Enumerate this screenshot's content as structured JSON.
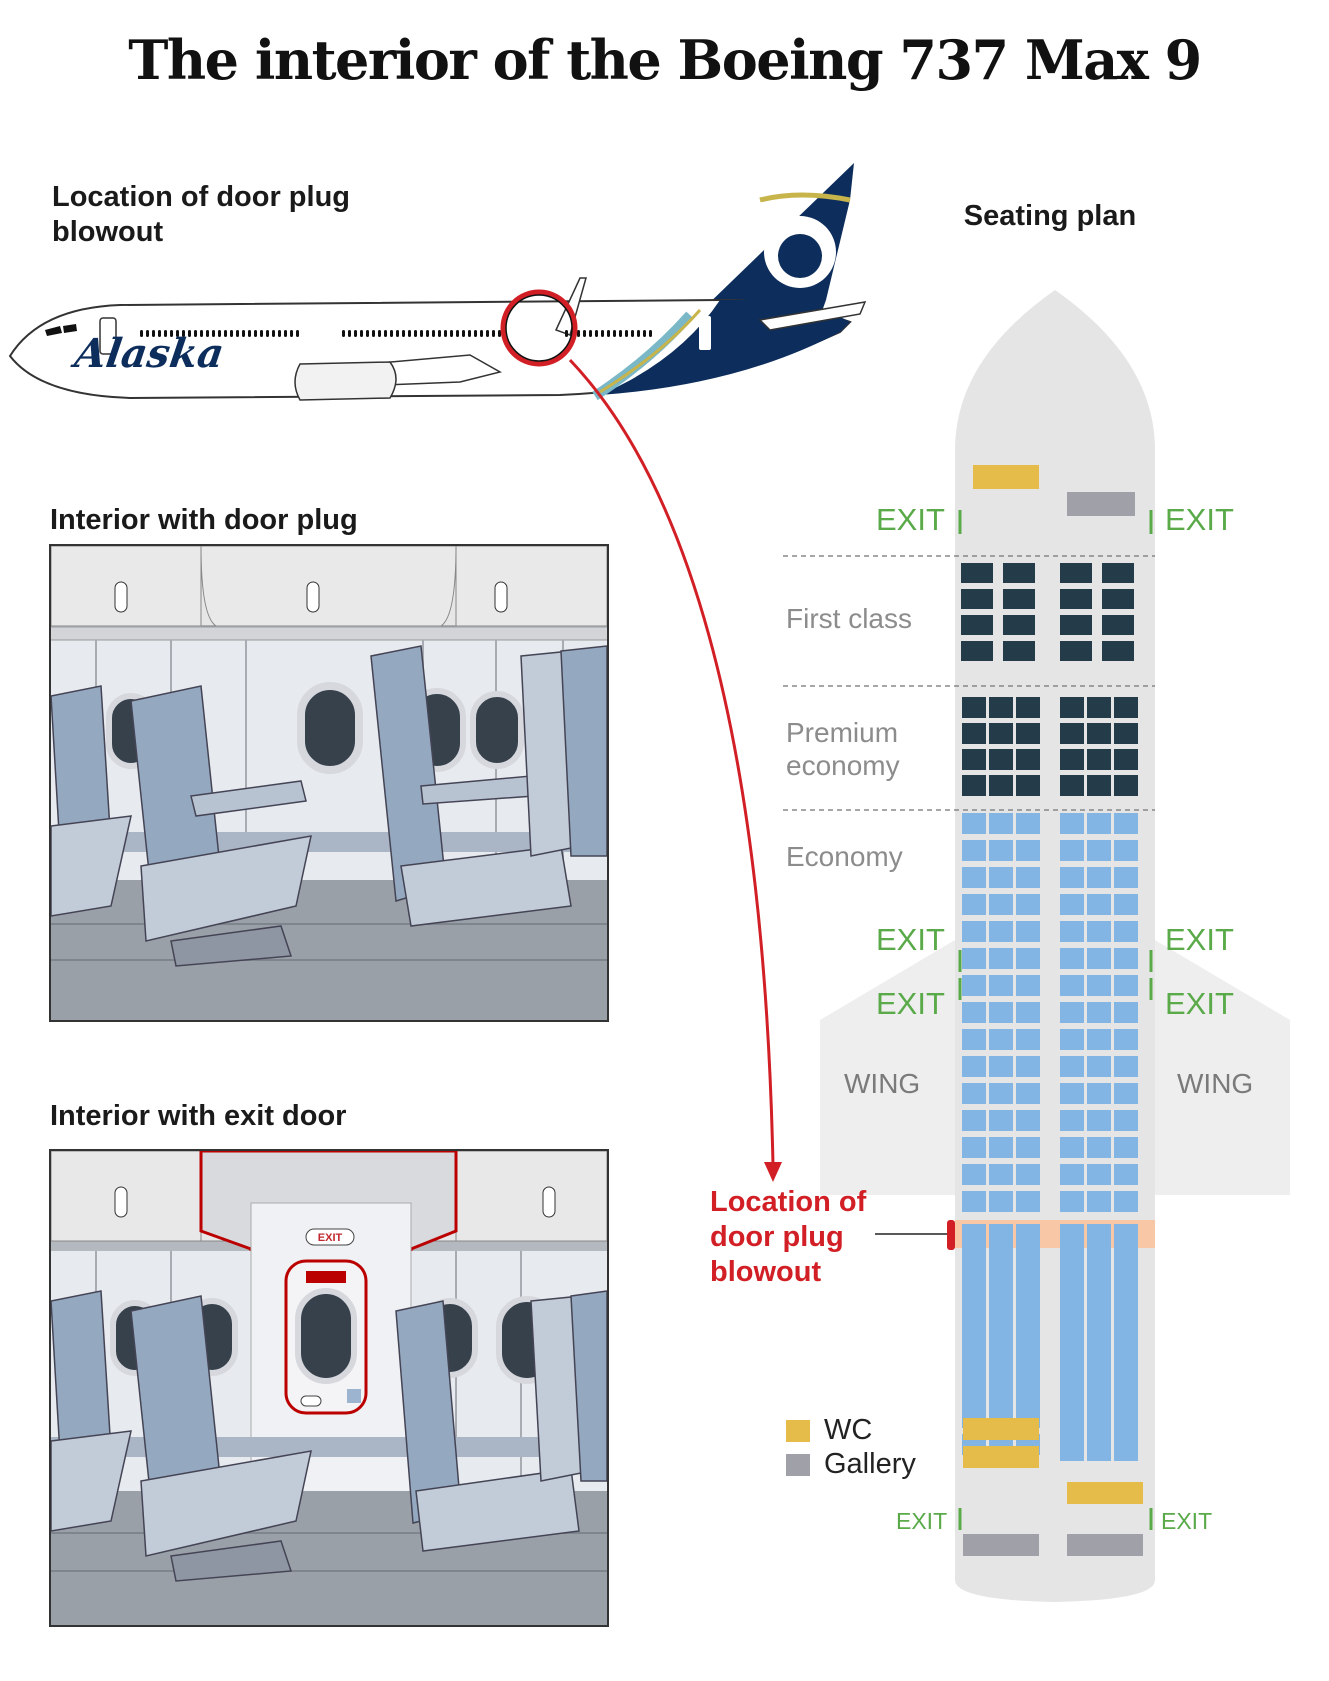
{
  "title": "The interior of the Boeing 737 Max 9",
  "labels": {
    "location_of_door_plug_blowout": "Location of door plug blowout",
    "interior_with_door_plug": "Interior with door plug",
    "interior_with_exit_door": "Interior with exit door",
    "seating_plan": "Seating plan",
    "blowout_marker": "Location of door plug blowout"
  },
  "airplane": {
    "airline_logo": "Alaska"
  },
  "cabin": {
    "exit_sign": "EXIT"
  },
  "seating_plan": {
    "classes": [
      "First class",
      "Premium economy",
      "Economy"
    ],
    "exit_label": "EXIT",
    "wing_label": "WING",
    "legend": [
      {
        "label": "WC",
        "color": "#e5bb4a"
      },
      {
        "label": "Gallery",
        "color": "#a0a0a8"
      }
    ]
  },
  "colors": {
    "first_class_seat": "#243b4a",
    "economy_seat": "#82b4e4",
    "highlight_row": "#f7c7a6",
    "exit_green": "#5aaa4a",
    "blowout_red": "#d21f26",
    "fuselage": "#e8e8e8",
    "alaska_navy": "#0d2e5c",
    "alaska_teal": "#7ab8c8"
  }
}
